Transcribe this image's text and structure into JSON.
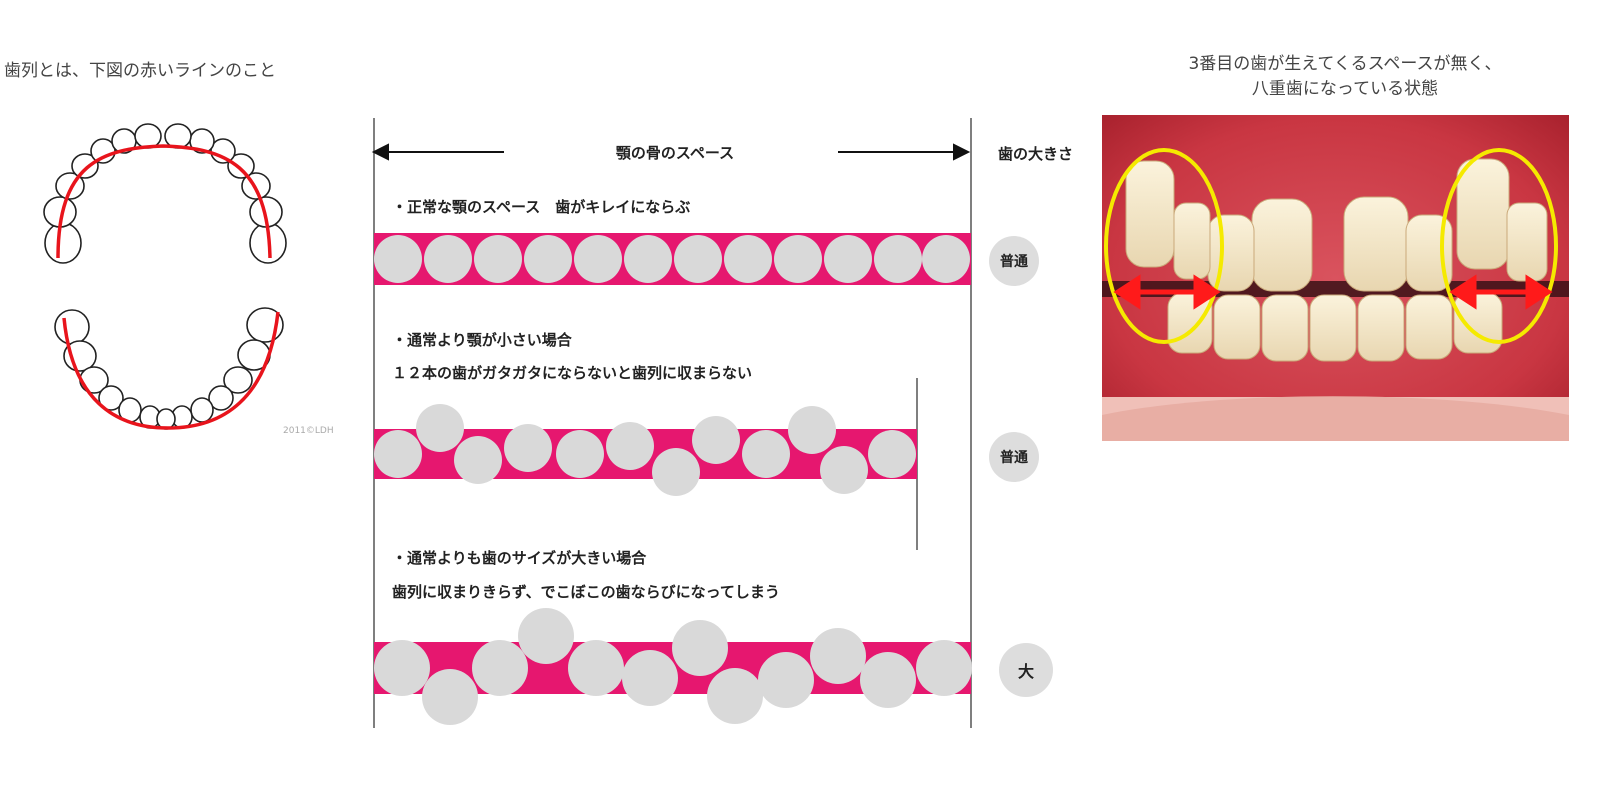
{
  "left": {
    "title": "歯列とは、下図の赤いラインのこと",
    "copyright": "2011©LDH"
  },
  "middle": {
    "header_label": "顎の骨のスペース",
    "column_label": "歯の大きさ",
    "sections": [
      {
        "lines": [
          "・正常な顎のスペース　歯がキレイにならぶ"
        ],
        "size": "普通"
      },
      {
        "lines": [
          "・通常より顎が小さい場合",
          "１２本の歯がガタガタにならないと歯列に収まらない"
        ],
        "size": "普通"
      },
      {
        "lines": [
          "・通常よりも歯のサイズが大きい場合",
          "歯列に収まりきらず、でこぼこの歯ならびになってしまう"
        ],
        "size": "大"
      }
    ]
  },
  "right": {
    "title_line1": "3番目の歯が生えてくるスペースが無く、",
    "title_line2": "八重歯になっている状態"
  },
  "colors": {
    "band": "#e6176f",
    "circle": "#d9d9d9",
    "arch_line": "#e8141c",
    "highlight": "#f5ea00",
    "badge": "#dddddd"
  },
  "icons": [
    "double-arrow-icon",
    "tooth-icon"
  ]
}
